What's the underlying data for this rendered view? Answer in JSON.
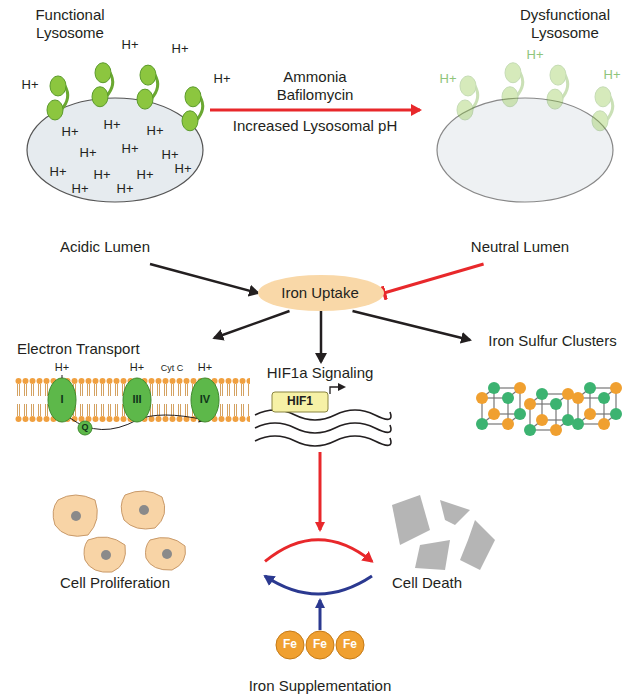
{
  "diagram": {
    "nodes": [
      {
        "text": [
          "Functional Lysosome",
          "Acidic Lumen"
        ]
      },
      {
        "text": [
          "Dysfunctional Lysosome",
          "Neutral Lumen"
        ]
      },
      {
        "text": [
          "Iron Uptake"
        ]
      },
      {
        "text": [
          "Electron Transport"
        ]
      },
      {
        "text": [
          "HIF1a Signaling"
        ]
      },
      {
        "text": [
          "Iron Sulfur Clusters"
        ]
      },
      {
        "text": [
          "Cell Proliferation"
        ]
      },
      {
        "text": [
          "Cell Death"
        ]
      },
      {
        "text": [
          "Iron Supplementation"
        ]
      }
    ],
    "edges": [
      {
        "from": 0,
        "to": 1,
        "arrow": "to",
        "label": "Ammonia Bafilomycin"
      },
      {
        "from": 0,
        "to": 2,
        "arrow": "to"
      },
      {
        "from": 1,
        "to": 2,
        "arrow": "to"
      },
      {
        "from": 2,
        "to": 3,
        "arrow": "to"
      },
      {
        "from": 2,
        "to": 4,
        "arrow": "to"
      },
      {
        "from": 2,
        "to": 5,
        "arrow": "to"
      },
      {
        "from": 6,
        "to": 7,
        "arrow": "to"
      },
      {
        "from": 7,
        "to": 6,
        "arrow": "to"
      }
    ],
    "labels": [
      "Increased Lysosomal pH",
      "H+",
      "H+",
      "H+",
      "H+",
      "H+",
      "H+",
      "H+",
      "H+",
      "H+",
      "H+",
      "H+",
      "H+",
      "H+",
      "H+",
      "H+",
      "H+",
      "H+",
      "H+",
      "H+",
      "H+",
      "H+",
      "H+",
      "I",
      "III",
      "IV",
      "Q",
      "Cyt C",
      "HIF1",
      "Fe",
      "Fe",
      "Fe"
    ]
  }
}
